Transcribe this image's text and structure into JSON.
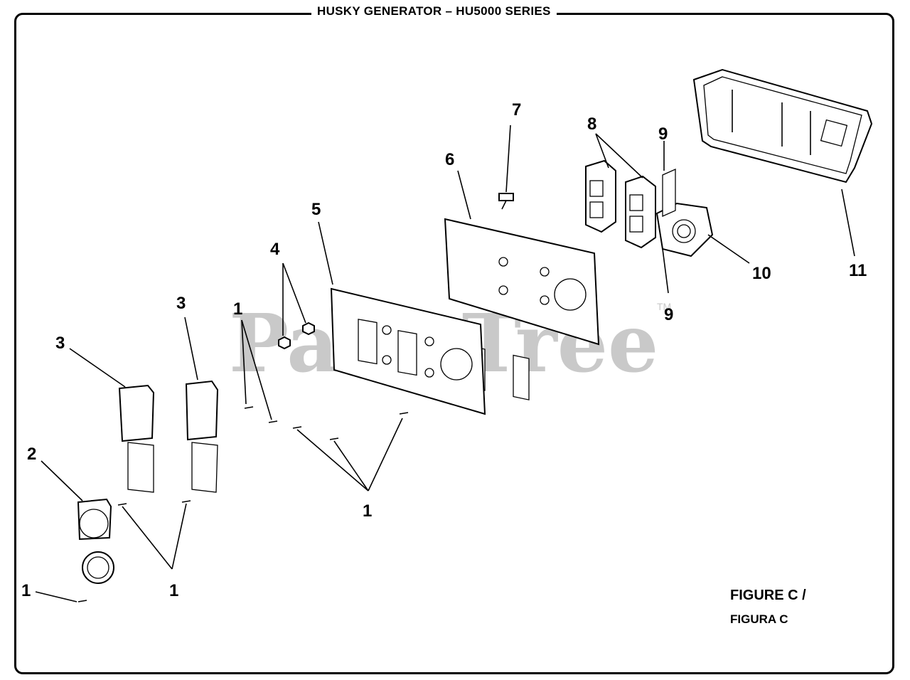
{
  "header": {
    "title": "HUSKY GENERATOR – HU5000 SERIES"
  },
  "figure": {
    "label_en": "FIGURE C /",
    "label_es": "FIGURA C"
  },
  "watermark": {
    "text": "PartsTree",
    "mark": "TM"
  },
  "callouts": [
    "3",
    "3",
    "2",
    "1",
    "1",
    "1",
    "1",
    "4",
    "5",
    "6",
    "7",
    "8",
    "9",
    "9",
    "10",
    "11"
  ],
  "colors": {
    "line": "#000000",
    "watermark": "#c9c9c9",
    "background": "#ffffff"
  }
}
